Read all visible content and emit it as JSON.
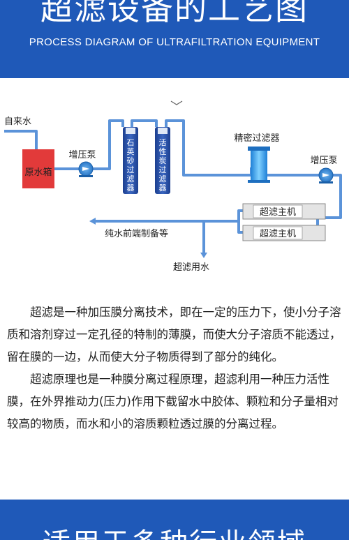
{
  "header": {
    "title": "超滤设备的工艺图",
    "subtitle": "PROCESS DIAGRAM OF ULTRAFILTRATION EQUIPMENT"
  },
  "diagram": {
    "tap_water": "自来水",
    "raw_tank": "原水箱",
    "pump1": "增压泵",
    "quartz_filter": [
      "石",
      "英",
      "砂",
      "过",
      "滤",
      "器"
    ],
    "carbon_filter": [
      "活",
      "性",
      "炭",
      "过",
      "滤",
      "器"
    ],
    "precision_filter": "精密过滤器",
    "pump2": "增压泵",
    "uf_unit_1": "超滤主机",
    "uf_unit_2": "超滤主机",
    "pure_water": "纯水前端制备等",
    "uf_water": "超滤用水"
  },
  "description": {
    "p1": "超滤是一种加压膜分离技术，即在一定的压力下，使小分子溶质和溶剂穿过一定孔径的特制的薄膜，而使大分子溶质不能透过，留在膜的一边，从而使大分子物质得到了部分的纯化。",
    "p2": "超滤原理也是一种膜分离过程原理，超滤利用一种压力活性膜，在外界推动力(压力)作用下截留水中胶体、颗粒和分子量相对较高的物质，而水和小的溶质颗粒透过膜的分离过程。"
  },
  "footer": {
    "title": "适用于多种行业领域"
  },
  "colors": {
    "brand_blue": "#1f59b8",
    "pipe_blue": "#5b93d9",
    "tank_red": "#e23a3a",
    "pump_blue": "#2a78c8"
  }
}
